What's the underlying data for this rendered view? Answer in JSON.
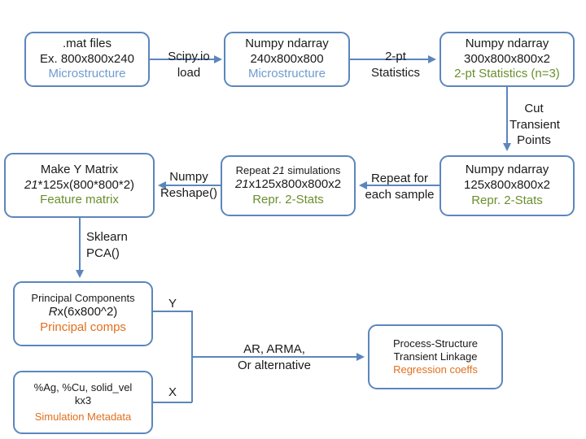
{
  "colors": {
    "box_border": "#5b86bd",
    "arrow": "#5b86bd",
    "caption_blue": "#6f9bd0",
    "caption_green": "#6a8f2c",
    "caption_orange": "#e0701d"
  },
  "nodes": {
    "mat": {
      "lines": [
        ".mat files",
        "Ex. 800x800x240"
      ],
      "caption": "Microstructure"
    },
    "np1": {
      "lines": [
        "Numpy ndarray",
        "240x800x800"
      ],
      "caption": "Microstructure"
    },
    "np2": {
      "lines": [
        "Numpy ndarray",
        "300x800x800x2"
      ],
      "caption": "2-pt Statistics (n=3)"
    },
    "np3": {
      "lines": [
        "Numpy ndarray",
        "125x800x800x2"
      ],
      "caption": "Repr. 2-Stats"
    },
    "repeat": {
      "line1_pre": "Repeat ",
      "line1_em": "21",
      "line1_post": " simulations",
      "line2_em": "21",
      "line2_post": "x125x800x800x2",
      "caption": "Repr. 2-Stats"
    },
    "ymatrix": {
      "line1": "Make Y Matrix",
      "line2_em": "21",
      "line2_post": "*125x(800*800*2)",
      "caption": "Feature matrix"
    },
    "pca": {
      "line1": "Principal Components",
      "line2_em": "R",
      "line2_post": "x(6x800^2)",
      "caption": "Principal comps"
    },
    "meta": {
      "lines": [
        "%Ag, %Cu, solid_vel",
        "kx3"
      ],
      "caption": "Simulation Metadata"
    },
    "linkage": {
      "lines": [
        "Process-Structure",
        "Transient Linkage"
      ],
      "caption": "Regression coeffs"
    }
  },
  "edges": {
    "scipy": [
      "Scipy.io",
      "load"
    ],
    "twopt": [
      "2-pt",
      "Statistics"
    ],
    "cut": [
      "Cut",
      "Transient",
      "Points"
    ],
    "repeat_for": [
      "Repeat for",
      "each sample"
    ],
    "reshape": [
      "Numpy",
      "Reshape()"
    ],
    "pca": [
      "Sklearn",
      "PCA()"
    ],
    "y": "Y",
    "x": "X",
    "regression": [
      "AR, ARMA,",
      "Or alternative"
    ]
  }
}
